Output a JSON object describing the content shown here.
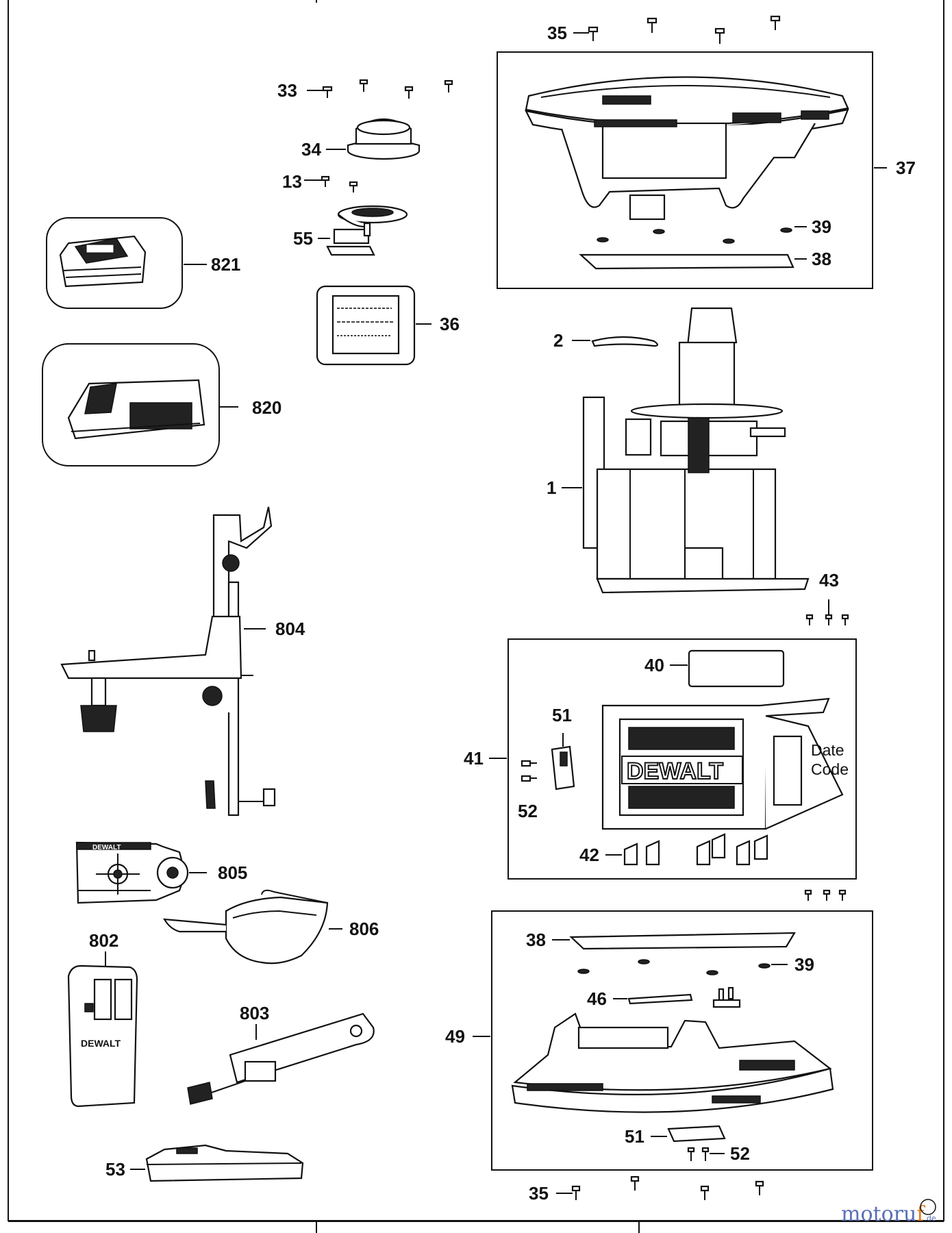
{
  "labels": {
    "p35_top": "35",
    "p33": "33",
    "p34": "34",
    "p13": "13",
    "p55": "55",
    "p821": "821",
    "p820": "820",
    "p36": "36",
    "p37": "37",
    "p39_top": "39",
    "p38_top": "38",
    "p2": "2",
    "p1": "1",
    "p804": "804",
    "p43": "43",
    "p40": "40",
    "p51_top": "51",
    "p41": "41",
    "p52_top": "52",
    "p42": "42",
    "p805": "805",
    "p806": "806",
    "p802": "802",
    "p803": "803",
    "p38_bot": "38",
    "p39_bot": "39",
    "p46": "46",
    "p49": "49",
    "p53": "53",
    "p51_bot": "51",
    "p52_bot": "52",
    "p35_bot": "35"
  },
  "annotations": {
    "date_line1": "Date",
    "date_line2": "Code"
  },
  "brand": {
    "housing": "DEWALT",
    "target": "DEWALT",
    "detector": "DEWALT"
  },
  "watermark": {
    "part1": "motoru",
    "part2": "f",
    "part3": ".de"
  }
}
